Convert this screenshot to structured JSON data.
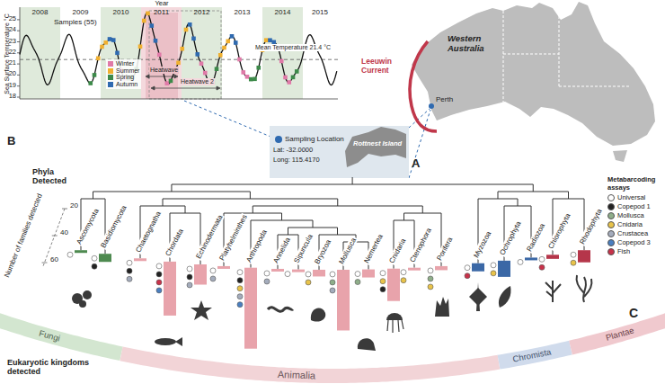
{
  "diagram": {
    "labels": [
      "Year",
      "2008",
      "2009",
      "2010",
      "2011",
      "2012",
      "2013",
      "2014",
      "2015",
      "18",
      "19",
      "20",
      "21",
      "22",
      "23",
      "24",
      "25",
      "Sea Surface Temperature °C",
      "Samples (55)",
      "Heatwave",
      "Heatwave 2",
      "Mean Temperature 21.4 °C",
      "B",
      "Western Australia",
      "Leeuwin Current",
      "Perth",
      "Sampling Location",
      "Lat: -32.0000",
      "Long: 115.4170",
      "Rottnest Island",
      "A",
      "Phyla Detected",
      "Number of families detected",
      "20",
      "40",
      "60",
      "Ascomycota",
      "Basidiomycota",
      "Chaetognatha",
      "Chordata",
      "Echinodermata",
      "Platyhelminthes",
      "Arthropoda",
      "Annelida",
      "Sipuncula",
      "Bryozoa",
      "Mollusca",
      "Nemertea",
      "Cnidaria",
      "Ctenophora",
      "Porifera",
      "Myzozoa",
      "Ochrophyta",
      "Radiozoa",
      "Chlorophyta",
      "Rhodophyta",
      "C",
      "Eukaryotic kingdoms detected",
      "Fungi",
      "Animalia",
      "Chromista",
      "Plantae",
      "Metabarcoding assays"
    ],
    "legend": [
      {
        "text": "Winter",
        "color": "#e07aa8"
      },
      {
        "text": "Summer",
        "color": "#f0b030"
      },
      {
        "text": "Spring",
        "color": "#3d8a4a"
      },
      {
        "text": "Autumn",
        "color": "#2f6ab0"
      },
      {
        "text": "Universal",
        "color": "#ffffff"
      },
      {
        "text": "Copepod 1",
        "color": "#222222"
      },
      {
        "text": "Mollusca",
        "color": "#8fae8a"
      },
      {
        "text": "Cnidaria",
        "color": "#e8c34a"
      },
      {
        "text": "Crustacea",
        "color": "#a4acbc"
      },
      {
        "text": "Copepod 3",
        "color": "#4a7fc0"
      },
      {
        "text": "Fish",
        "color": "#c8324a"
      }
    ]
  }
}
